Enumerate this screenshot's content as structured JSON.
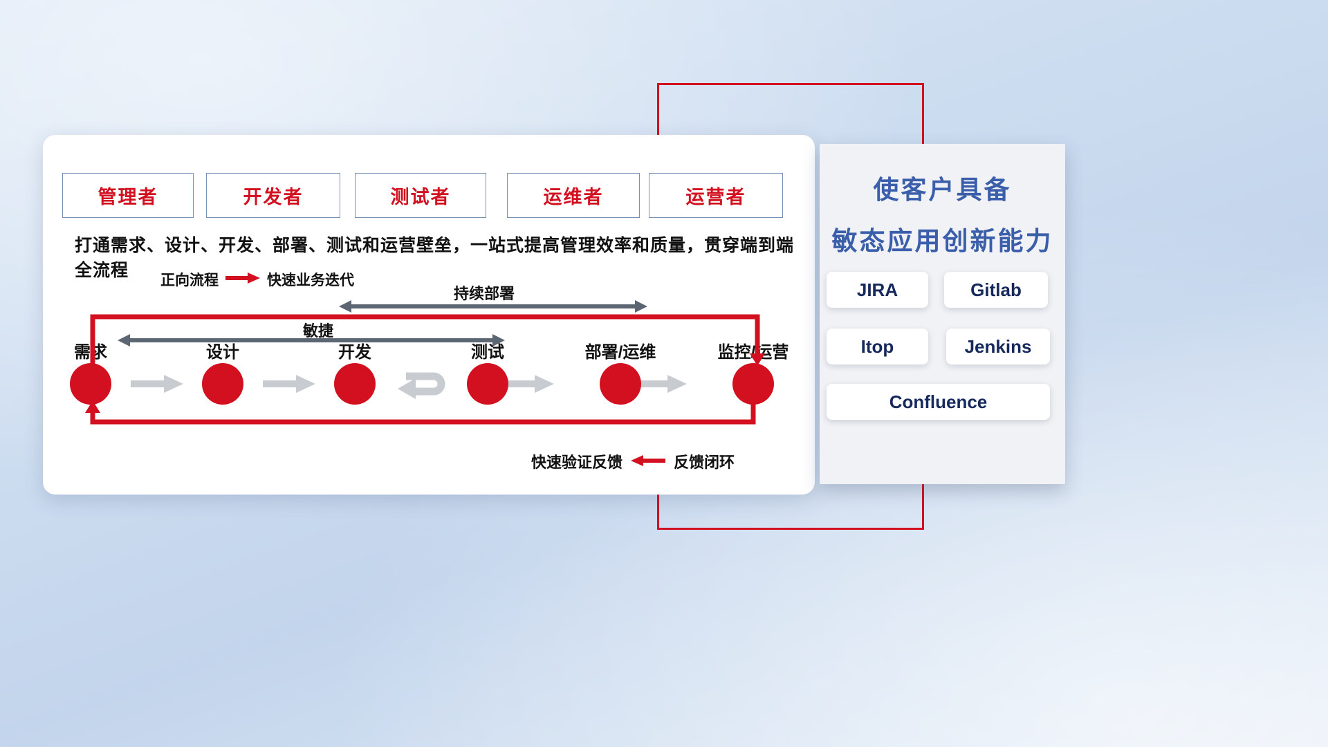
{
  "roles": [
    {
      "label": "管理者"
    },
    {
      "label": "开发者"
    },
    {
      "label": "测试者"
    },
    {
      "label": "运维者"
    },
    {
      "label": "运营者"
    }
  ],
  "card": {
    "description": "打通需求、设计、开发、部署、测试和运营壁垒，一站式提高管理效率和质量，贯穿端到端全流程",
    "legend_forward": {
      "label": "正向流程",
      "text": "快速业务迭代"
    },
    "continuous_deploy_label": "持续部署",
    "agile_label": "敏捷",
    "feedback_legend": {
      "label": "快速验证反馈",
      "text": "反馈闭环"
    }
  },
  "stages": [
    {
      "label": "需求"
    },
    {
      "label": "设计"
    },
    {
      "label": "开发"
    },
    {
      "label": "测试"
    },
    {
      "label": "部署/运维"
    },
    {
      "label": "监控/运营"
    }
  ],
  "side_panel": {
    "title_line1": "使客户具备",
    "title_line2": "敏态应用创新能力",
    "tools": [
      "JIRA",
      "Gitlab",
      "Itop",
      "Jenkins",
      "Confluence"
    ]
  },
  "colors": {
    "accent_red": "#d2101f",
    "title_blue": "#3b5eaa",
    "tool_text_navy": "#16295c",
    "gray_arrow": "#c8ccd1",
    "dark_arrow": "#5c6673"
  }
}
